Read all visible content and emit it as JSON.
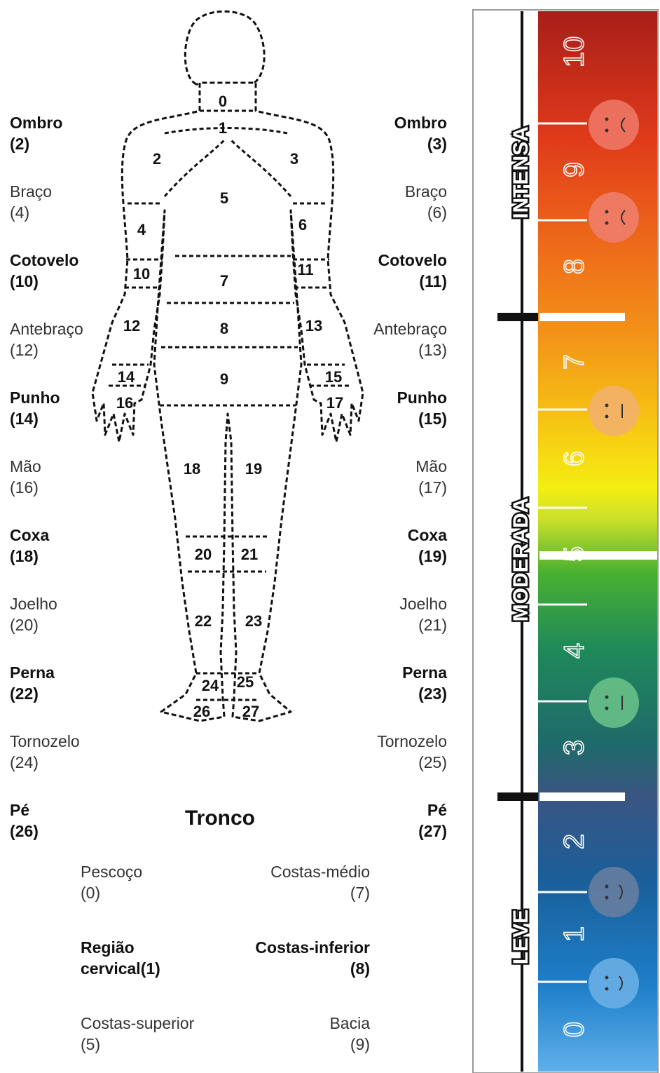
{
  "left_labels": [
    {
      "name": "Ombro",
      "num": "(2)",
      "bold": true
    },
    {
      "name": "Braço",
      "num": "(4)",
      "bold": false
    },
    {
      "name": "Cotovelo",
      "num": "(10)",
      "bold": true
    },
    {
      "name": "Antebraço",
      "num": "(12)",
      "bold": false
    },
    {
      "name": "Punho",
      "num": "(14)",
      "bold": true
    },
    {
      "name": "Mão",
      "num": "(16)",
      "bold": false
    },
    {
      "name": "Coxa",
      "num": "(18)",
      "bold": true
    },
    {
      "name": "Joelho",
      "num": "(20)",
      "bold": false
    },
    {
      "name": "Perna",
      "num": "(22)",
      "bold": true
    },
    {
      "name": "Tornozelo",
      "num": "(24)",
      "bold": false
    },
    {
      "name": "Pé",
      "num": "(26)",
      "bold": true
    }
  ],
  "right_labels": [
    {
      "name": "Ombro",
      "num": "(3)",
      "bold": true
    },
    {
      "name": "Braço",
      "num": "(6)",
      "bold": false
    },
    {
      "name": "Cotovelo",
      "num": "(11)",
      "bold": true
    },
    {
      "name": "Antebraço",
      "num": "(13)",
      "bold": false
    },
    {
      "name": "Punho",
      "num": "(15)",
      "bold": true
    },
    {
      "name": "Mão",
      "num": "(17)",
      "bold": false
    },
    {
      "name": "Coxa",
      "num": "(19)",
      "bold": true
    },
    {
      "name": "Joelho",
      "num": "(21)",
      "bold": false
    },
    {
      "name": "Perna",
      "num": "(23)",
      "bold": true
    },
    {
      "name": "Tornozelo",
      "num": "(25)",
      "bold": false
    },
    {
      "name": "Pé",
      "num": "(27)",
      "bold": true
    }
  ],
  "tronco": {
    "title": "Tronco",
    "items": [
      {
        "name": "Pescoço",
        "num": "(0)",
        "bold": false
      },
      {
        "name": "Costas-médio",
        "num": "(7)",
        "bold": false
      },
      {
        "name": "Região",
        "num": "cervical(1)",
        "bold": true
      },
      {
        "name": "Costas-inferior",
        "num": "(8)",
        "bold": true
      },
      {
        "name": "Costas-superior",
        "num": "(5)",
        "bold": false
      },
      {
        "name": "Bacia",
        "num": "(9)",
        "bold": false
      }
    ]
  },
  "region_numbers": [
    "0",
    "1",
    "2",
    "3",
    "4",
    "5",
    "6",
    "7",
    "8",
    "9",
    "10",
    "11",
    "12",
    "13",
    "14",
    "15",
    "16",
    "17",
    "18",
    "19",
    "20",
    "21",
    "22",
    "23",
    "24",
    "25",
    "26",
    "27"
  ],
  "scale": {
    "numbers": [
      "0",
      "1",
      "2",
      "3",
      "4",
      "5",
      "6",
      "7",
      "8",
      "9",
      "10"
    ],
    "categories": [
      "LEVE",
      "MODERADA",
      "INTENSA"
    ],
    "colors": [
      "#2f8fd6",
      "#1f6fa8",
      "#3b5b8c",
      "#1f7a6a",
      "#2e9a3c",
      "#c8e02a",
      "#f7e81a",
      "#f5a81a",
      "#f0701a",
      "#d83a1a",
      "#a8201a"
    ]
  }
}
